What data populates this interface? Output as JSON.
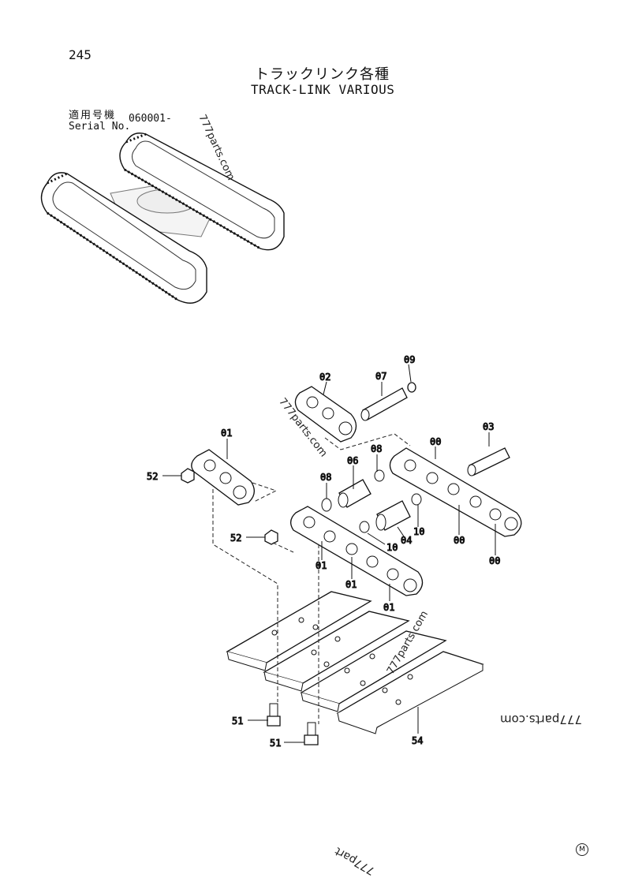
{
  "header": {
    "page_number": "245",
    "title_jp": "トラックリンク各種",
    "title_en": "TRACK-LINK VARIOUS",
    "serial_label_jp": "適用号機",
    "serial_label_en": "Serial No.",
    "serial_value": "060001-"
  },
  "watermarks": [
    "777parts.com",
    "777parts.com",
    "777parts.com",
    "777parts.com",
    "777part"
  ],
  "footer_mark": "M",
  "part_labels": {
    "p09": "09",
    "p02": "02",
    "p07": "07",
    "p03": "03",
    "p01_top": "01",
    "p00_top": "00",
    "p06": "06",
    "p08_top": "08",
    "p52_left": "52",
    "p08_left": "08",
    "p10_right": "10",
    "p04": "04",
    "p10_left": "10",
    "p00_mid": "00",
    "p00_right": "00",
    "p52_mid": "52",
    "p01_a": "01",
    "p01_b": "01",
    "p01_c": "01",
    "p51_top": "51",
    "p51_bottom": "51",
    "p54": "54"
  }
}
